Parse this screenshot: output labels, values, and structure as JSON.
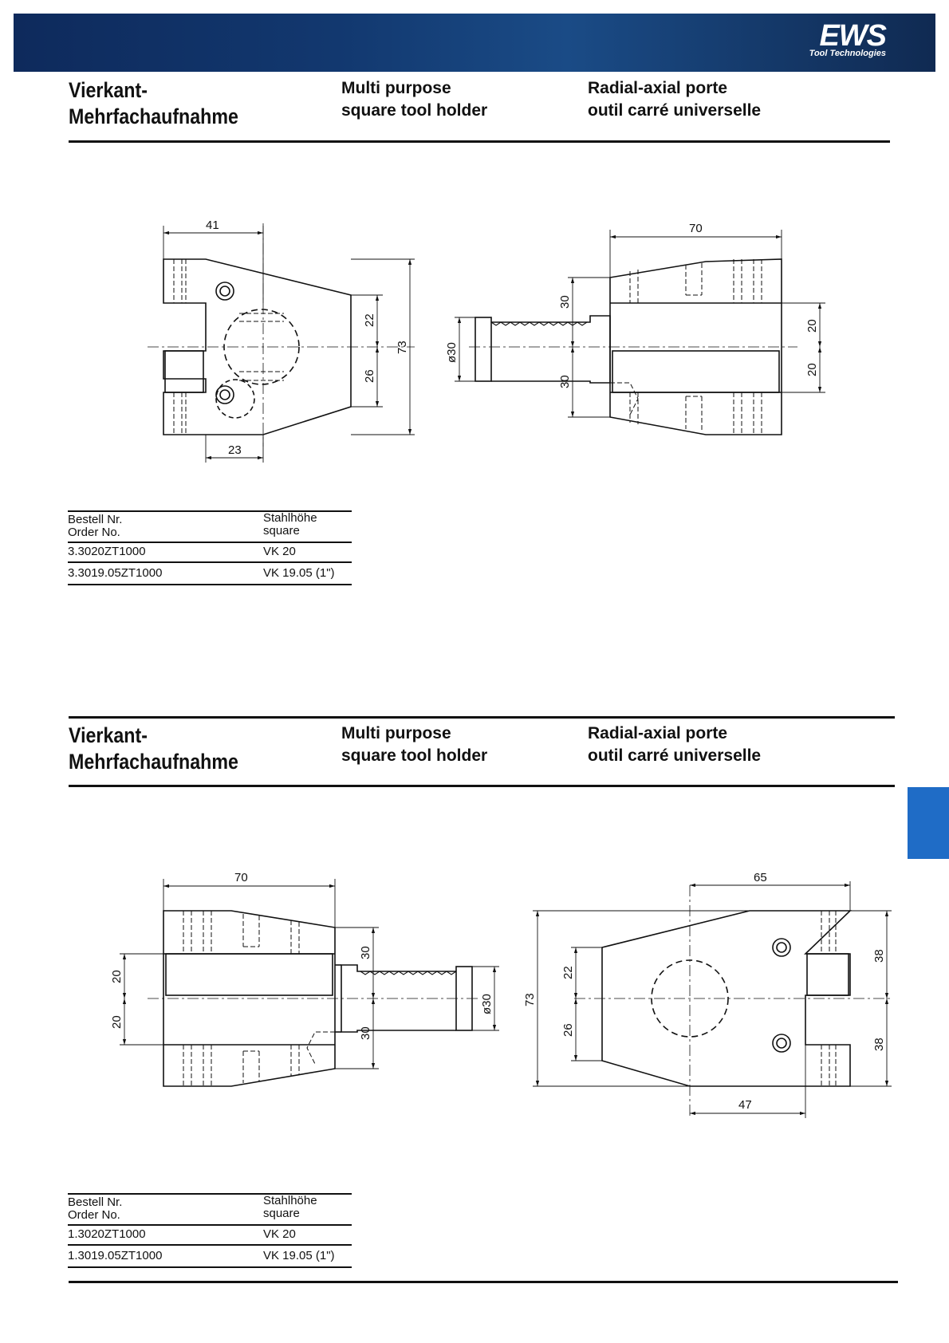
{
  "brand": {
    "logo_text": "EWS",
    "tagline": "Tool Technologies"
  },
  "sections": [
    {
      "title_de": [
        "Vierkant-",
        "Mehrfachaufnahme"
      ],
      "title_en": [
        "Multi purpose",
        "square tool holder"
      ],
      "title_fr": [
        "Radial-axial porte",
        "outil carré universelle"
      ],
      "dims": {
        "d41": "41",
        "d23": "23",
        "d22": "22",
        "d26": "26",
        "d73": "73",
        "d70": "70",
        "d30a": "30",
        "d30b": "30",
        "dia30": "ø30",
        "d20a": "20",
        "d20b": "20"
      },
      "table": {
        "head": {
          "c1a": "Bestell Nr.",
          "c1b": "Order No.",
          "c2a": "Stahlhöhe",
          "c2b": "square"
        },
        "rows": [
          {
            "order": "3.3020ZT1000",
            "square": "VK 20"
          },
          {
            "order": "3.3019.05ZT1000",
            "square": "VK 19.05 (1\")"
          }
        ]
      }
    },
    {
      "title_de": [
        "Vierkant-",
        "Mehrfachaufnahme"
      ],
      "title_en": [
        "Multi purpose",
        "square tool holder"
      ],
      "title_fr": [
        "Radial-axial porte",
        "outil carré universelle"
      ],
      "dims": {
        "d70": "70",
        "d20a": "20",
        "d20b": "20",
        "d30a": "30",
        "d30b": "30",
        "dia30": "ø30",
        "d65": "65",
        "d73": "73",
        "d22": "22",
        "d26": "26",
        "d38a": "38",
        "d38b": "38",
        "d47": "47"
      },
      "table": {
        "head": {
          "c1a": "Bestell Nr.",
          "c1b": "Order No.",
          "c2a": "Stahlhöhe",
          "c2b": "square"
        },
        "rows": [
          {
            "order": "1.3020ZT1000",
            "square": "VK 20"
          },
          {
            "order": "1.3019.05ZT1000",
            "square": "VK 19.05 (1\")"
          }
        ]
      }
    }
  ]
}
